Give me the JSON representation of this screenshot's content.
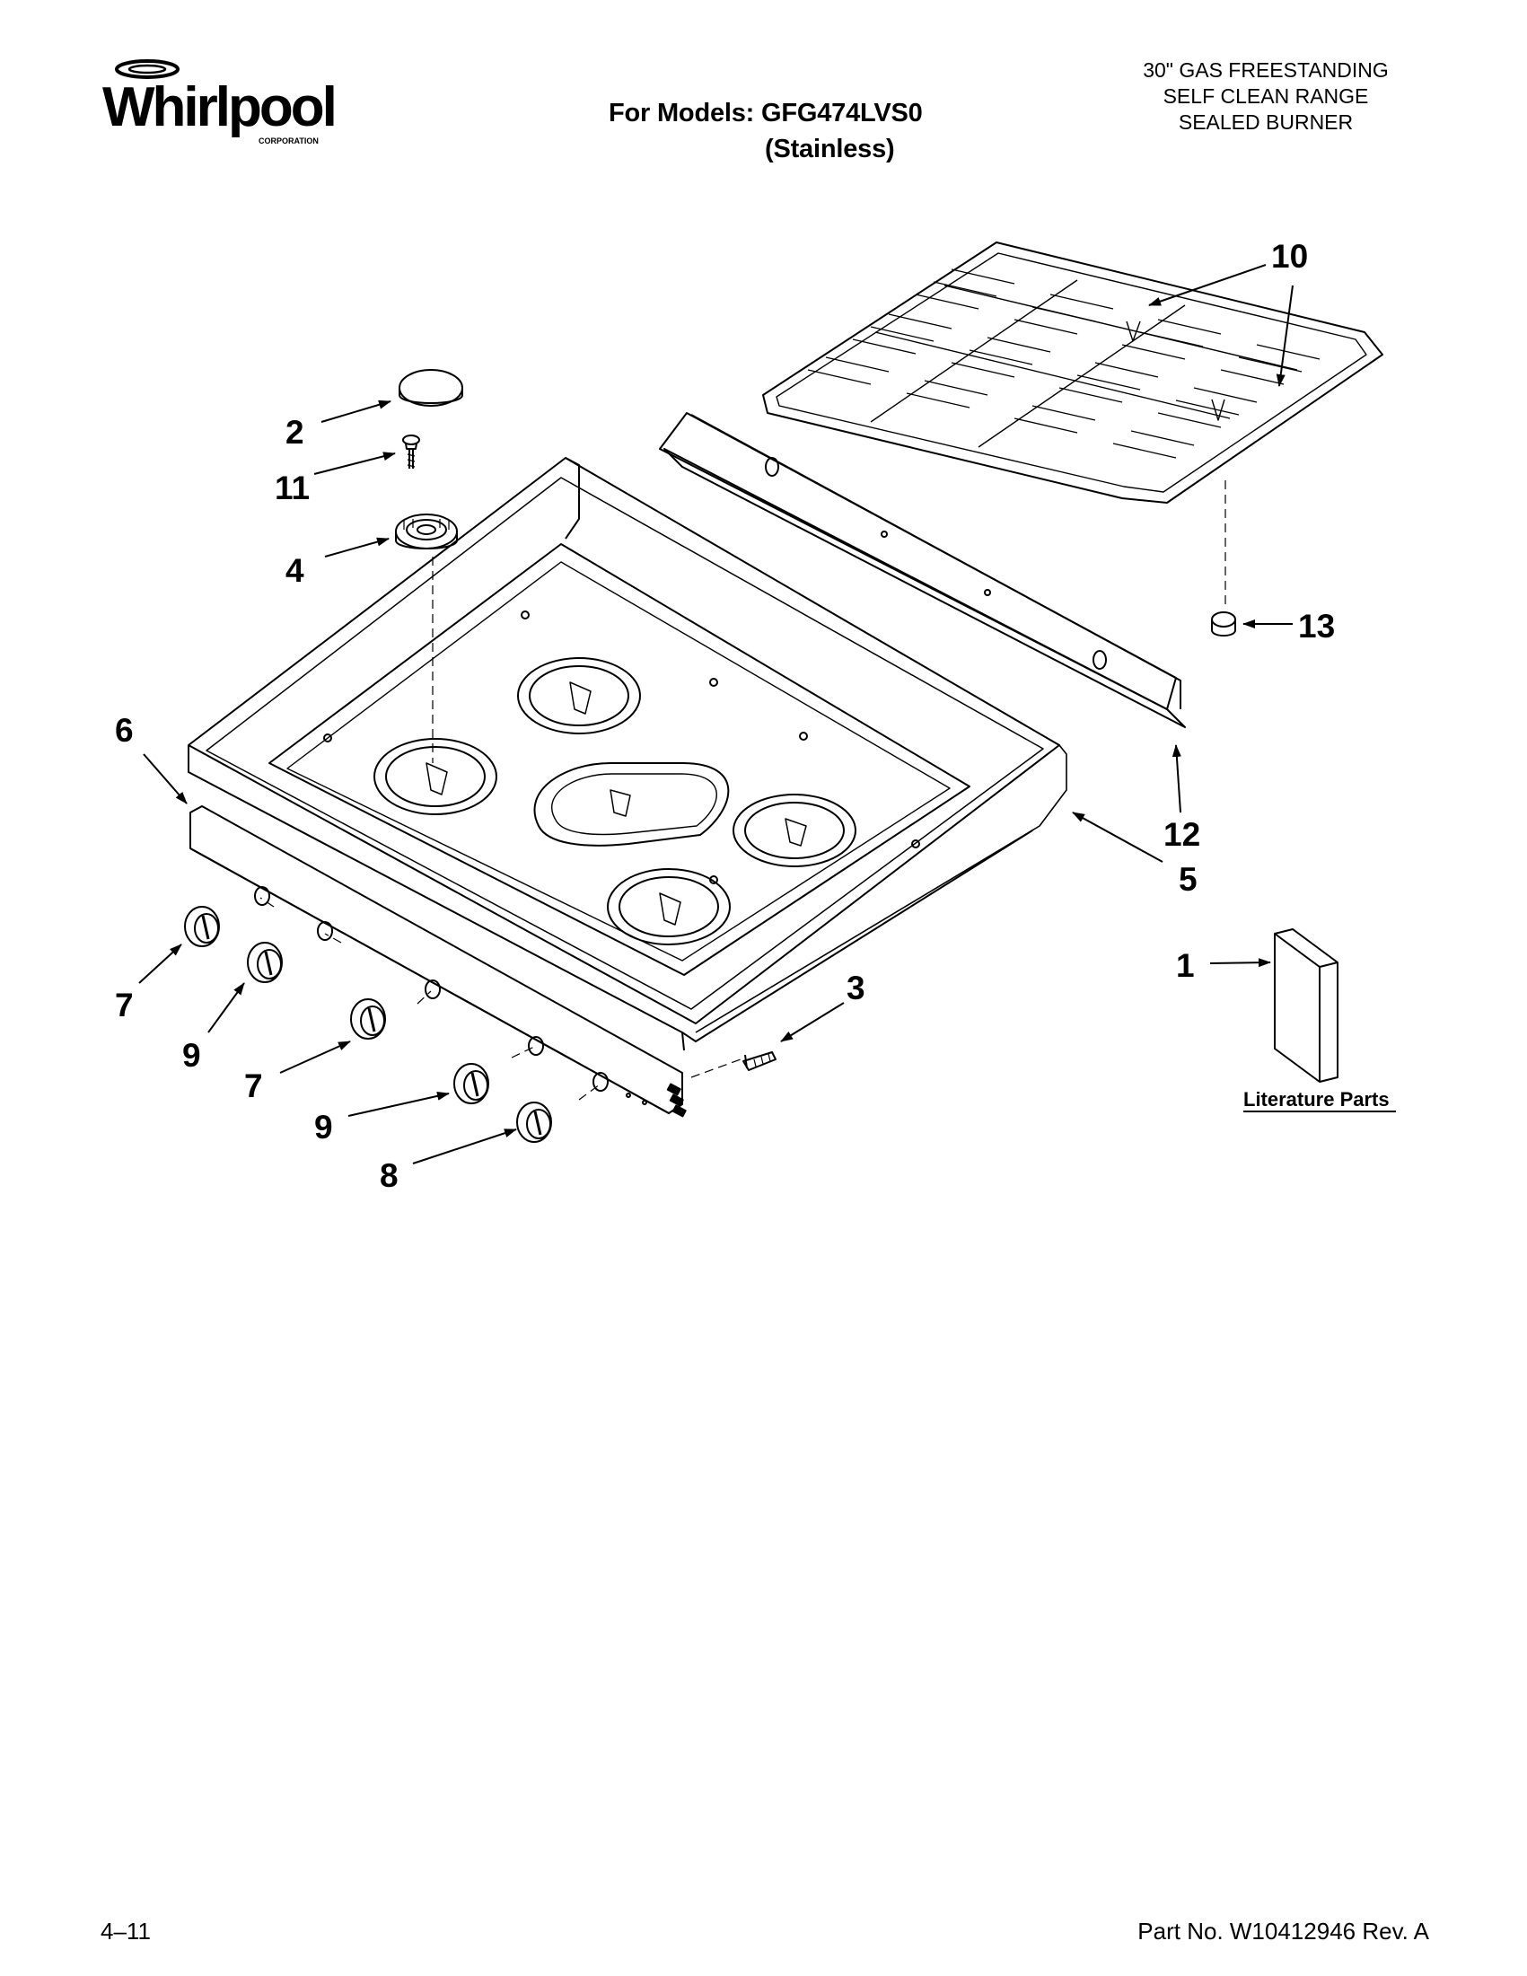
{
  "header": {
    "brand_name": "Whirlpool",
    "brand_sub": "CORPORATION",
    "model_line": "For Models: GFG474LVS0",
    "finish_line": "(Stainless)",
    "description": [
      "30\" GAS FREESTANDING",
      "SELF CLEAN RANGE",
      "SEALED BURNER"
    ]
  },
  "callouts": {
    "c1": "1",
    "c2": "2",
    "c3": "3",
    "c4": "4",
    "c5": "5",
    "c6": "6",
    "c7a": "7",
    "c7b": "7",
    "c8": "8",
    "c9a": "9",
    "c9b": "9",
    "c10": "10",
    "c11": "11",
    "c12": "12",
    "c13": "13"
  },
  "literature_label": "Literature Parts",
  "footer": {
    "left": "4–11",
    "right": "Part No. W10412946 Rev. A"
  }
}
